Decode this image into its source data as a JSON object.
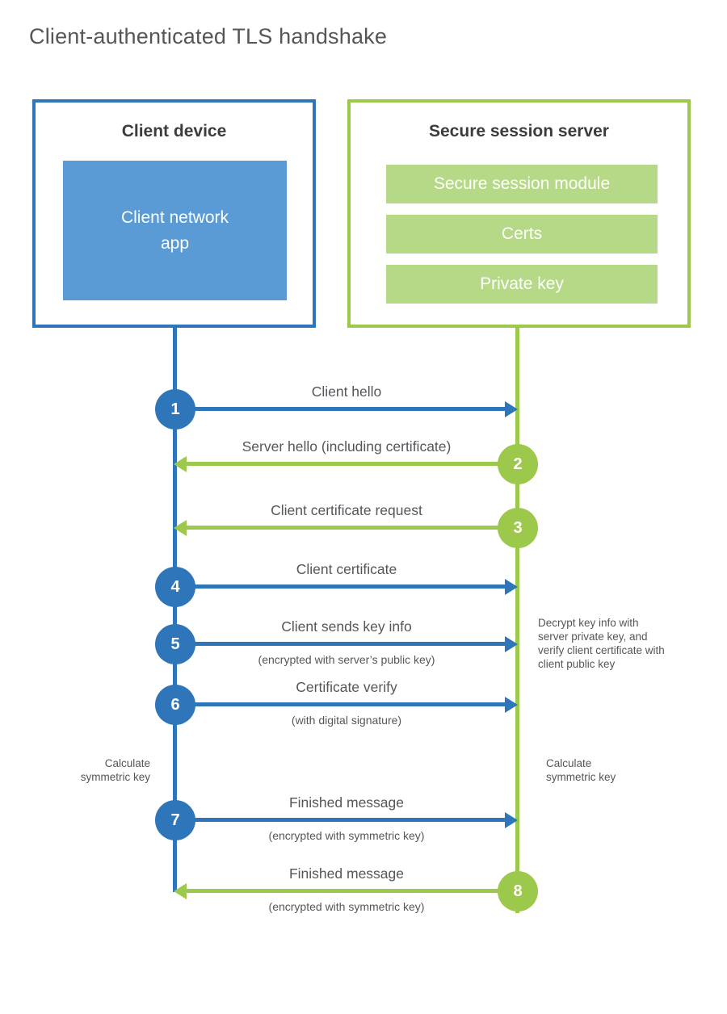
{
  "title": "Client-authenticated TLS handshake",
  "colors": {
    "blue": "#2e75b9",
    "blue_fill": "#5b9bd5",
    "green": "#9cc84b",
    "green_fill": "#b6d988",
    "text_gray": "#54565a",
    "heading": "#3b3c3e"
  },
  "client": {
    "title": "Client device",
    "app_label": "Client network\napp"
  },
  "server": {
    "title": "Secure session server",
    "modules": [
      "Secure session module",
      "Certs",
      "Private key"
    ]
  },
  "steps": [
    {
      "number": "1",
      "from": "client",
      "label": "Client hello",
      "sublabel": ""
    },
    {
      "number": "2",
      "from": "server",
      "label": "Server hello (including certificate)",
      "sublabel": ""
    },
    {
      "number": "3",
      "from": "server",
      "label": "Client certificate request",
      "sublabel": ""
    },
    {
      "number": "4",
      "from": "client",
      "label": "Client certificate",
      "sublabel": ""
    },
    {
      "number": "5",
      "from": "client",
      "label": "Client sends key info",
      "sublabel": "(encrypted with server’s public key)"
    },
    {
      "number": "6",
      "from": "client",
      "label": "Certificate verify",
      "sublabel": "(with digital signature)"
    },
    {
      "number": "7",
      "from": "client",
      "label": "Finished message",
      "sublabel": "(encrypted with symmetric key)"
    },
    {
      "number": "8",
      "from": "server",
      "label": "Finished message",
      "sublabel": "(encrypted with symmetric key)"
    }
  ],
  "notes": {
    "decrypt": "Decrypt key info with server private key, and verify client certificate with client public key",
    "calc_left": "Calculate\nsymmetric key",
    "calc_right": "Calculate\nsymmetric key"
  }
}
